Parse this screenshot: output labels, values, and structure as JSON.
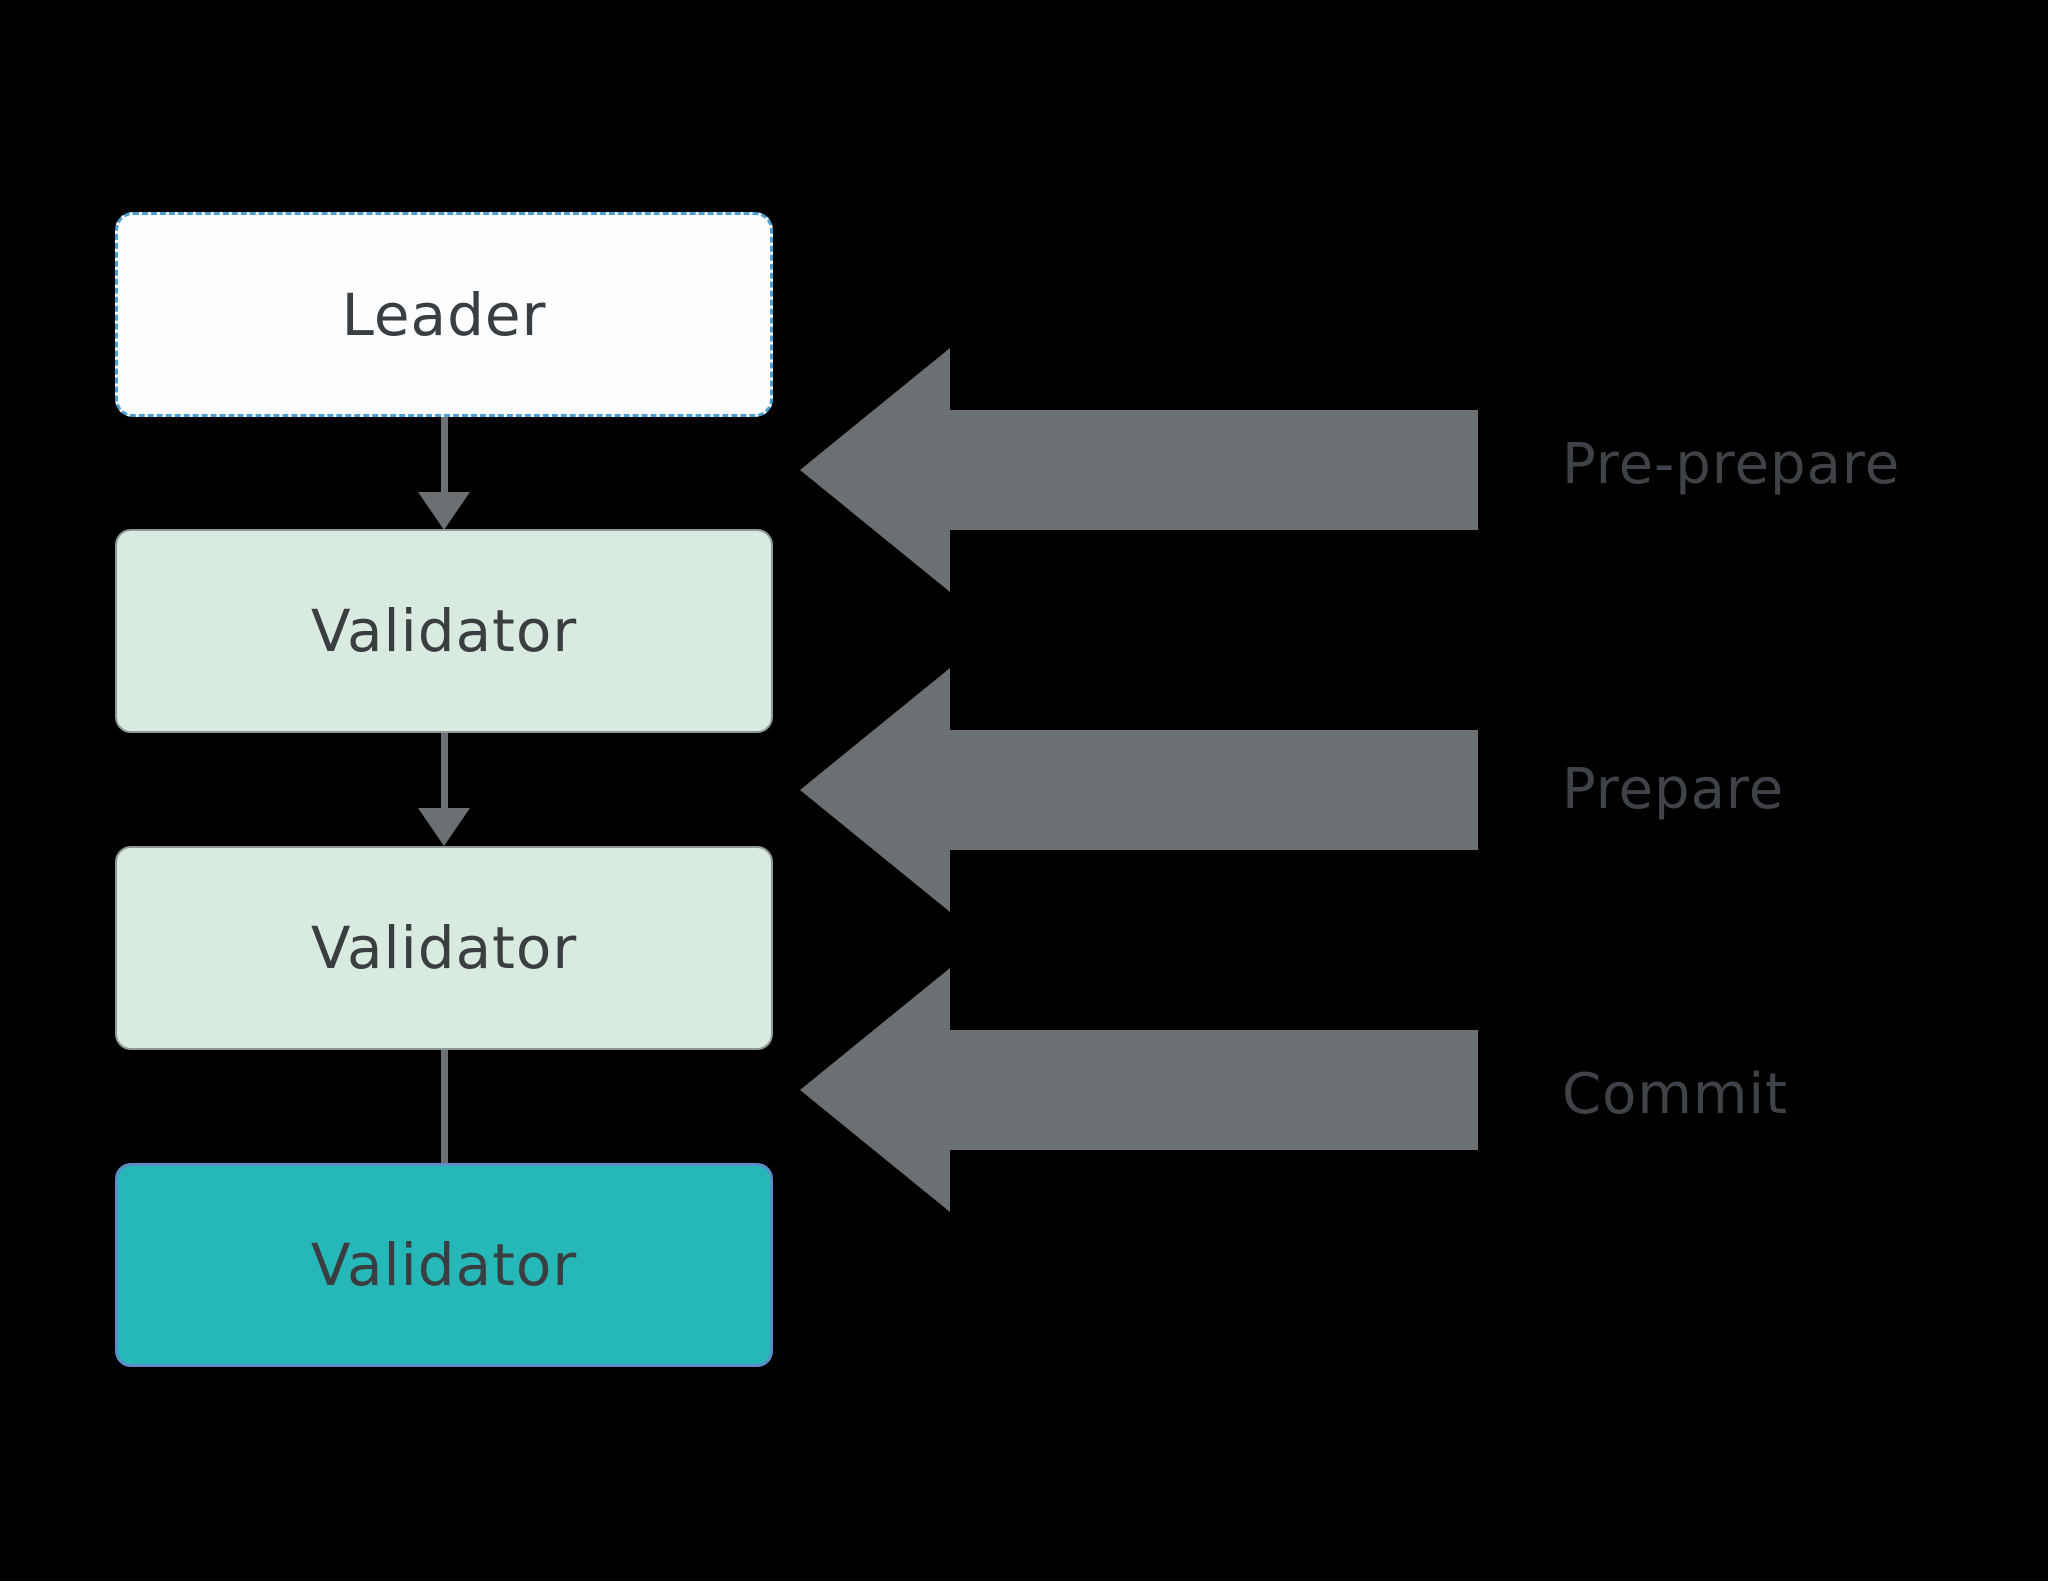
{
  "diagram": {
    "title_semantic": "consensus-message-flow",
    "nodes": [
      {
        "id": "leader",
        "label": "Leader",
        "role": "leader"
      },
      {
        "id": "validator-1",
        "label": "Validator",
        "role": "validator"
      },
      {
        "id": "validator-2",
        "label": "Validator",
        "role": "validator"
      },
      {
        "id": "validator-3",
        "label": "Validator",
        "role": "final-validator"
      }
    ],
    "phases": [
      {
        "id": "pre-prepare",
        "label": "Pre-prepare"
      },
      {
        "id": "prepare",
        "label": "Prepare"
      },
      {
        "id": "commit",
        "label": "Commit"
      }
    ],
    "colors": {
      "background": "#000000",
      "leader_fill": "#fbfdfe",
      "leader_dashed_border": "#4c9fd3",
      "validator_fill": "#d9ebe0",
      "validator_border": "#8e9995",
      "final_validator_fill": "#26b8b8",
      "final_validator_border": "#5b8ec9",
      "arrow_gray": "#6c7073",
      "node_text": "#3b3e40",
      "phase_label_text": "#3f4347"
    }
  }
}
